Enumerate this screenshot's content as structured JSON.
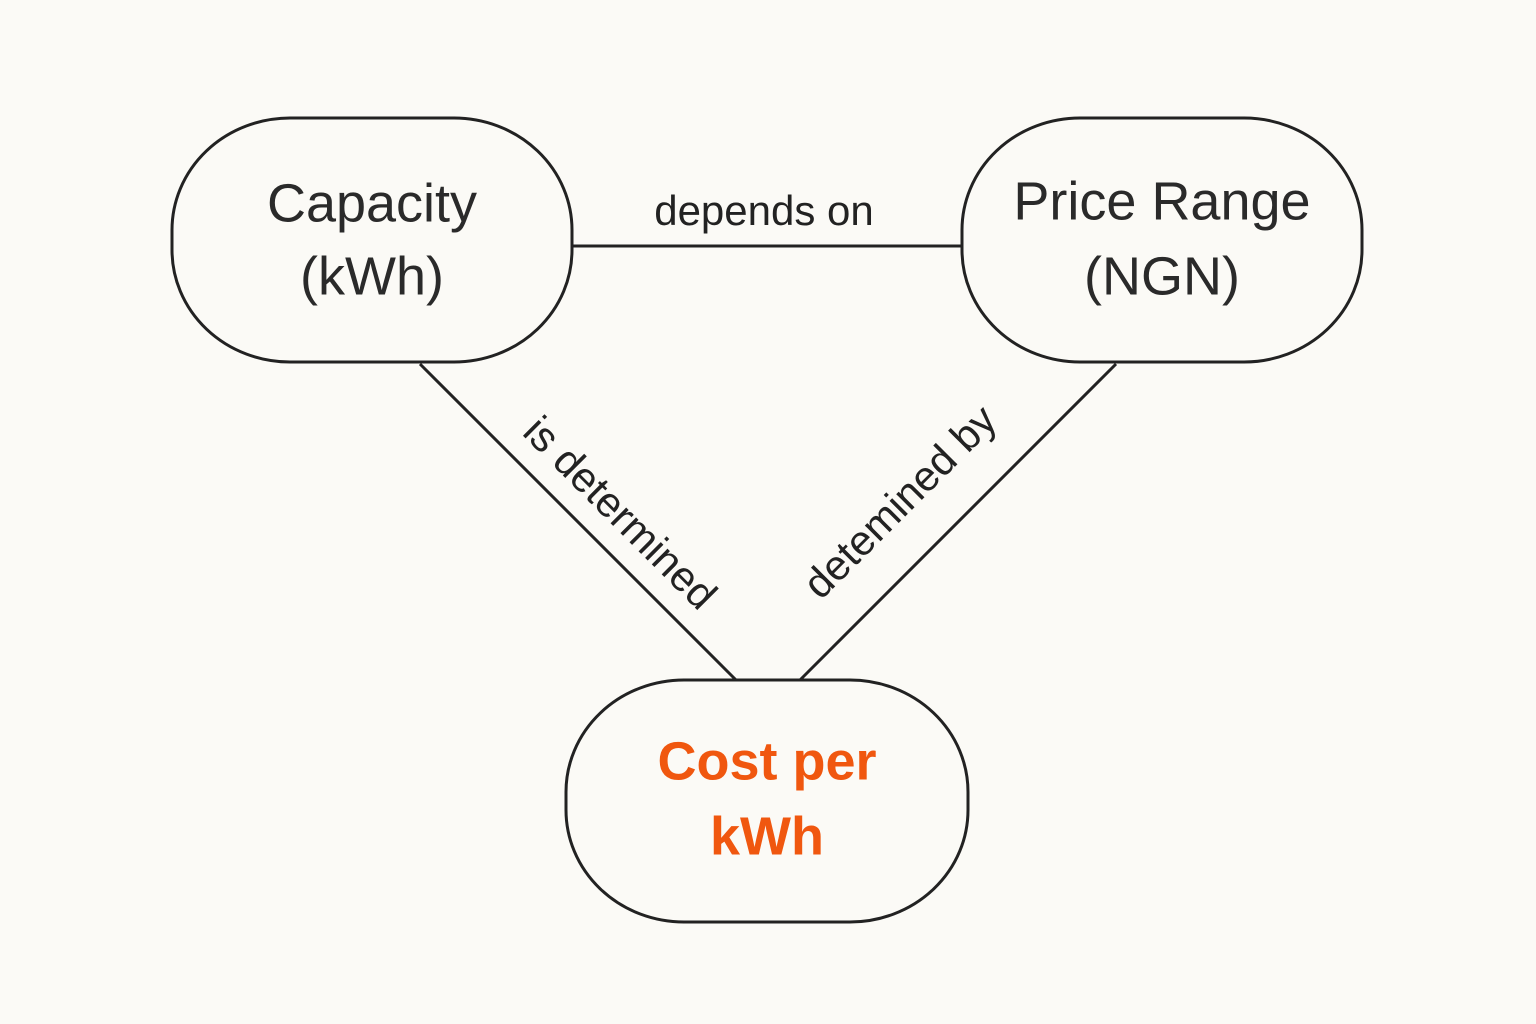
{
  "nodes": {
    "capacity": {
      "line1": "Capacity",
      "line2": "(kWh)"
    },
    "price_range": {
      "line1": "Price Range",
      "line2": "(NGN)"
    },
    "cost_per_kwh": {
      "line1": "Cost per",
      "line2": "kWh"
    }
  },
  "edges": {
    "capacity_price": {
      "label": "depends on"
    },
    "capacity_cost": {
      "label": "is determined"
    },
    "price_cost": {
      "label": "detemined by"
    }
  },
  "colors": {
    "text": "#2a2a2a",
    "highlight": "#f0570f",
    "stroke": "#222222",
    "background": "#fbfaf6"
  }
}
